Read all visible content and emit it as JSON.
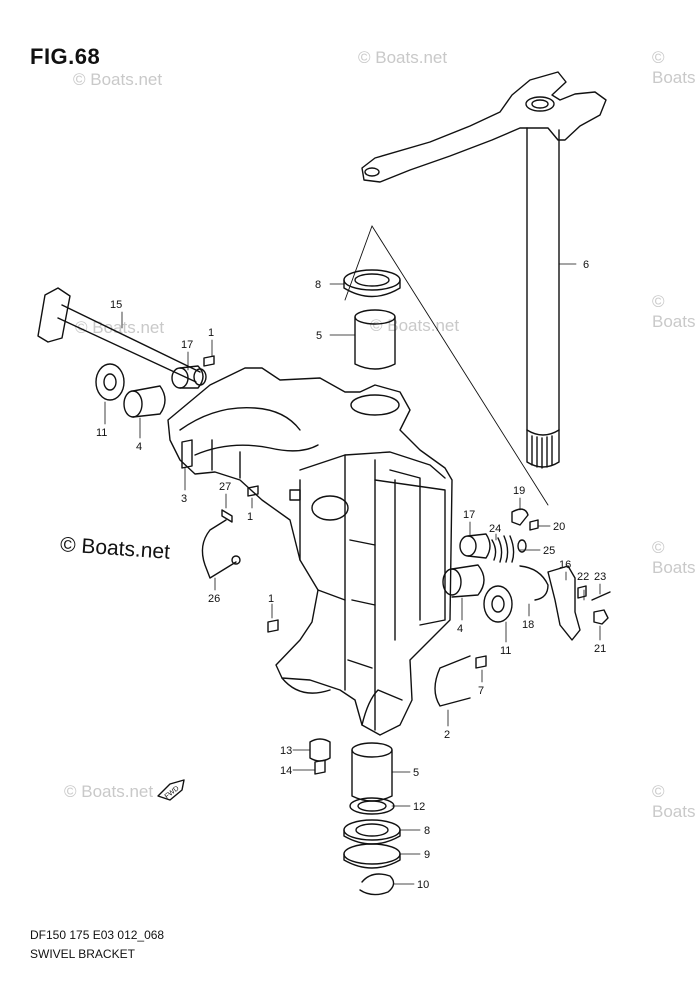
{
  "figure": {
    "title": "FIG.68"
  },
  "footer": {
    "code": "DF150 175 E03 012_068",
    "name": "SWIVEL BRACKET"
  },
  "watermarks": [
    "© Boats.net",
    "© Boats.net",
    "© Boats.net",
    "© Boats.net",
    "© Boats.net",
    "© Boats.net",
    "© Boats.net",
    "© Boats.net",
    "© Boats.net"
  ],
  "watermark_main": "© Boats.net",
  "fwd_label": "FWD",
  "callouts": [
    "1",
    "1",
    "1",
    "2",
    "3",
    "4",
    "4",
    "5",
    "5",
    "6",
    "7",
    "8",
    "8",
    "9",
    "10",
    "11",
    "11",
    "12",
    "13",
    "14",
    "15",
    "16",
    "17",
    "17",
    "18",
    "19",
    "20",
    "21",
    "22",
    "23",
    "24",
    "25",
    "26",
    "27"
  ]
}
